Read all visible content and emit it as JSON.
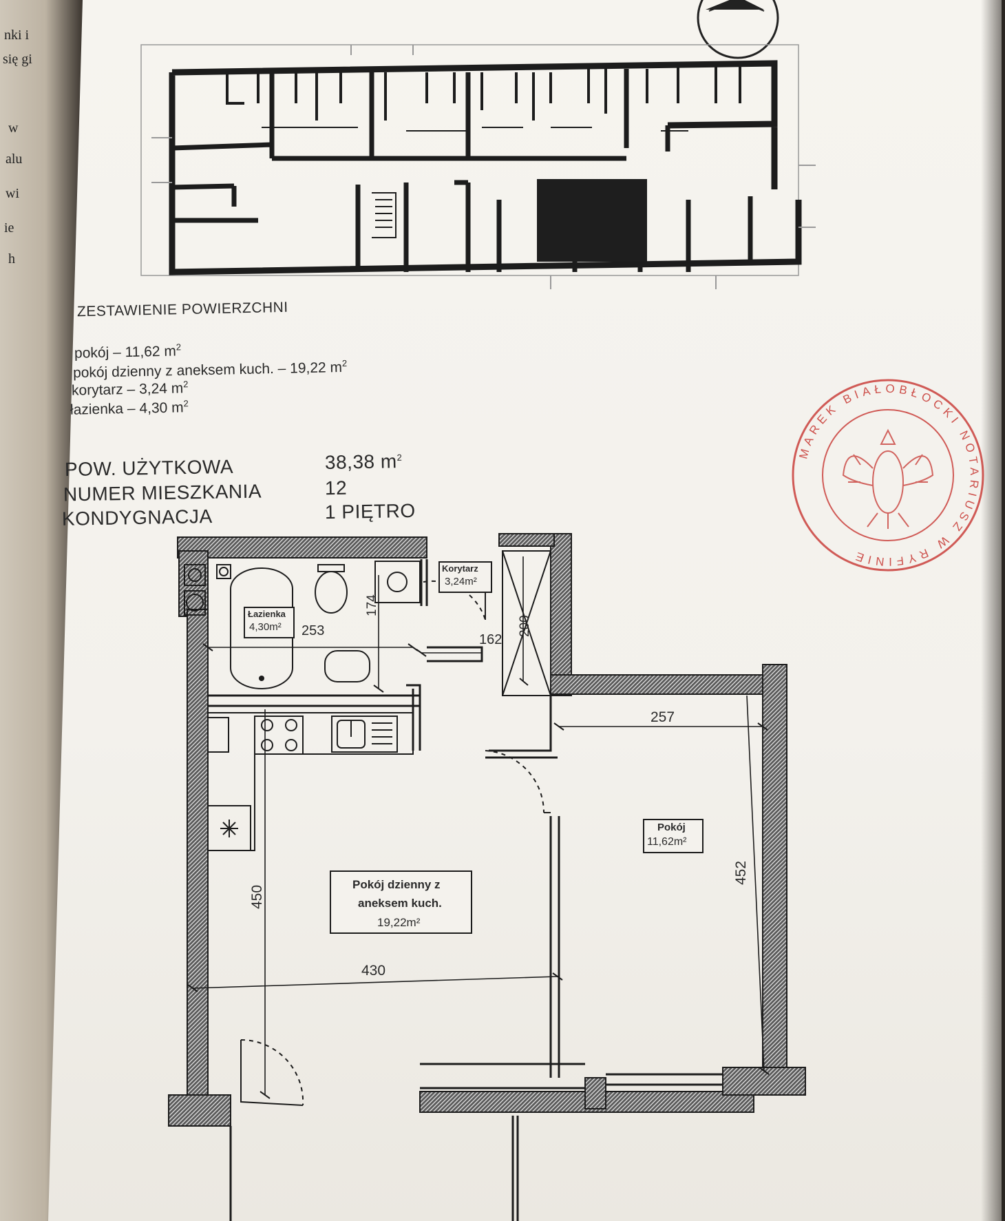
{
  "left_page_fragments": [
    "nki i",
    "się gi",
    "w",
    "alu",
    "wi",
    "ie",
    "h"
  ],
  "summary": {
    "heading": "ZESTAWIENIE POWIERZCHNI",
    "items": [
      {
        "label": "pokój",
        "value": "11,62 m"
      },
      {
        "label": "pokój dzienny z aneksem kuch.",
        "value": "19,22 m"
      },
      {
        "label": "korytarz",
        "value": "3,24 m"
      },
      {
        "label": "łazienka",
        "value": "4,30 m"
      }
    ],
    "separator": " – ",
    "unit_exponent": "2"
  },
  "apartment": {
    "usable_area_label": "POW. UŻYTKOWA",
    "usable_area_value": "38,38 m",
    "number_label": "NUMER MIESZKANIA",
    "number_value": "12",
    "storey_label": "KONDYGNACJA",
    "storey_value": "1 PIĘTRO"
  },
  "plan_labels": {
    "bathroom": "Łazienka",
    "bathroom_area": "4,30m²",
    "corridor": "Korytarz",
    "corridor_area": "3,24m²",
    "room": "Pokój",
    "room_area": "11,62m²",
    "living_line1": "Pokój dzienny z",
    "living_line2": "aneksem kuch.",
    "living_area": "19,22m²"
  },
  "dimensions": [
    "253",
    "174",
    "162",
    "200",
    "257",
    "452",
    "450",
    "430"
  ],
  "stamp": {
    "ring_text": "MAREK BIAŁOBŁOCKI NOTARIUSZ W RYFINIE",
    "color": "#c9403b"
  },
  "colors": {
    "ink": "#1c1c1c",
    "paper": "#f4f2ed",
    "stamp": "#c9403b"
  }
}
